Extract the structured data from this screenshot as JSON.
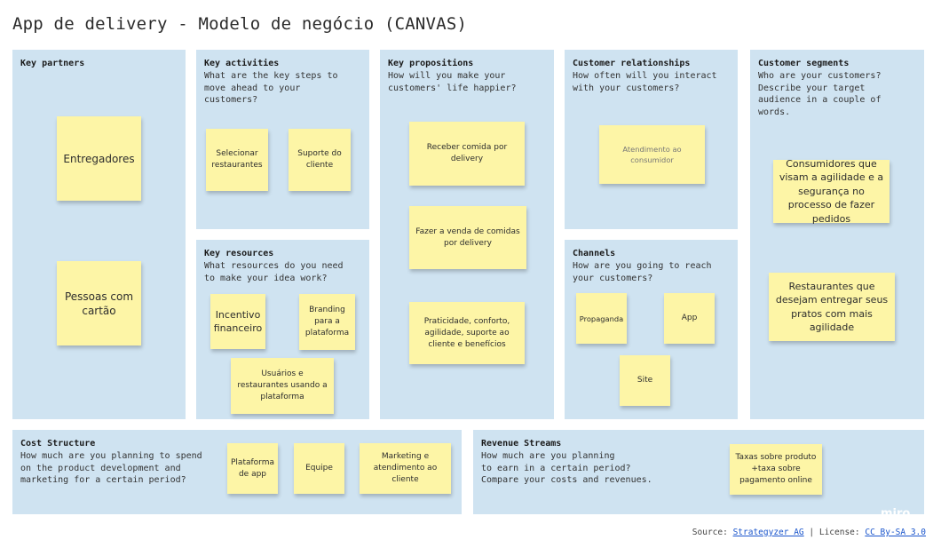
{
  "title": "App de delivery - Modelo de negócio (CANVAS)",
  "blocks": {
    "key_partners": {
      "title": "Key partners",
      "question": ""
    },
    "key_activities": {
      "title": "Key activities",
      "question": "What are the key steps to\nmove ahead to your\ncustomers?"
    },
    "key_propositions": {
      "title": "Key propositions",
      "question": "How will you make your\ncustomers' life happier?"
    },
    "customer_relationships": {
      "title": "Customer relationships",
      "question": "How often will you interact\nwith your customers?"
    },
    "customer_segments": {
      "title": "Customer segments",
      "question": "Who are your customers?\nDescribe your target\naudience in a couple of\nwords."
    },
    "key_resources": {
      "title": "Key resources",
      "question": "What resources do you need\nto make your idea work?"
    },
    "channels": {
      "title": "Channels",
      "question": "How are you going to reach\nyour customers?"
    },
    "cost_structure": {
      "title": "Cost Structure",
      "question": "How much are you planning to spend\non the product development and\nmarketing for a certain period?"
    },
    "revenue_streams": {
      "title": "Revenue Streams",
      "question": "How much are you planning\nto earn in a certain period?\nCompare your costs and revenues."
    }
  },
  "notes": {
    "entregadores": "Entregadores",
    "pessoas_com_cartao": "Pessoas com cartão",
    "selecionar_restaurantes": "Selecionar restaurantes",
    "suporte_cliente": "Suporte do cliente",
    "incentivo_financeiro": "Incentivo financeiro",
    "branding": "Branding para a plataforma",
    "usuarios_restaurantes": "Usuários e restaurantes usando a plataforma",
    "receber_comida": "Receber comida por delivery",
    "fazer_venda": "Fazer a venda de comidas por delivery",
    "praticidade": "Praticidade, conforto, agilidade, suporte ao cliente e benefícios",
    "atendimento_consumidor": "Atendimento ao consumidor",
    "propaganda": "Propaganda",
    "app": "App",
    "site": "Site",
    "consumidores": "Consumidores que visam a agilidade e a segurança no processo de fazer pedidos",
    "restaurantes": "Restaurantes que desejam entregar seus pratos com mais agilidade",
    "plataforma_app": "Plataforma de app",
    "equipe": "Equipe",
    "marketing_atendimento": "Marketing e atendimento ao cliente",
    "taxas": "Taxas sobre produto +taxa sobre pagamento online"
  },
  "footer": {
    "source_label": "Source:",
    "source_link": "Strategyzer AG",
    "separator": "|",
    "license_label": "License:",
    "license_link": "CC By-SA 3.0"
  },
  "watermark": "miro",
  "colors": {
    "block_bg": "#cfe3f1",
    "note_bg": "#fdf5a6",
    "link": "#1a55cc"
  }
}
